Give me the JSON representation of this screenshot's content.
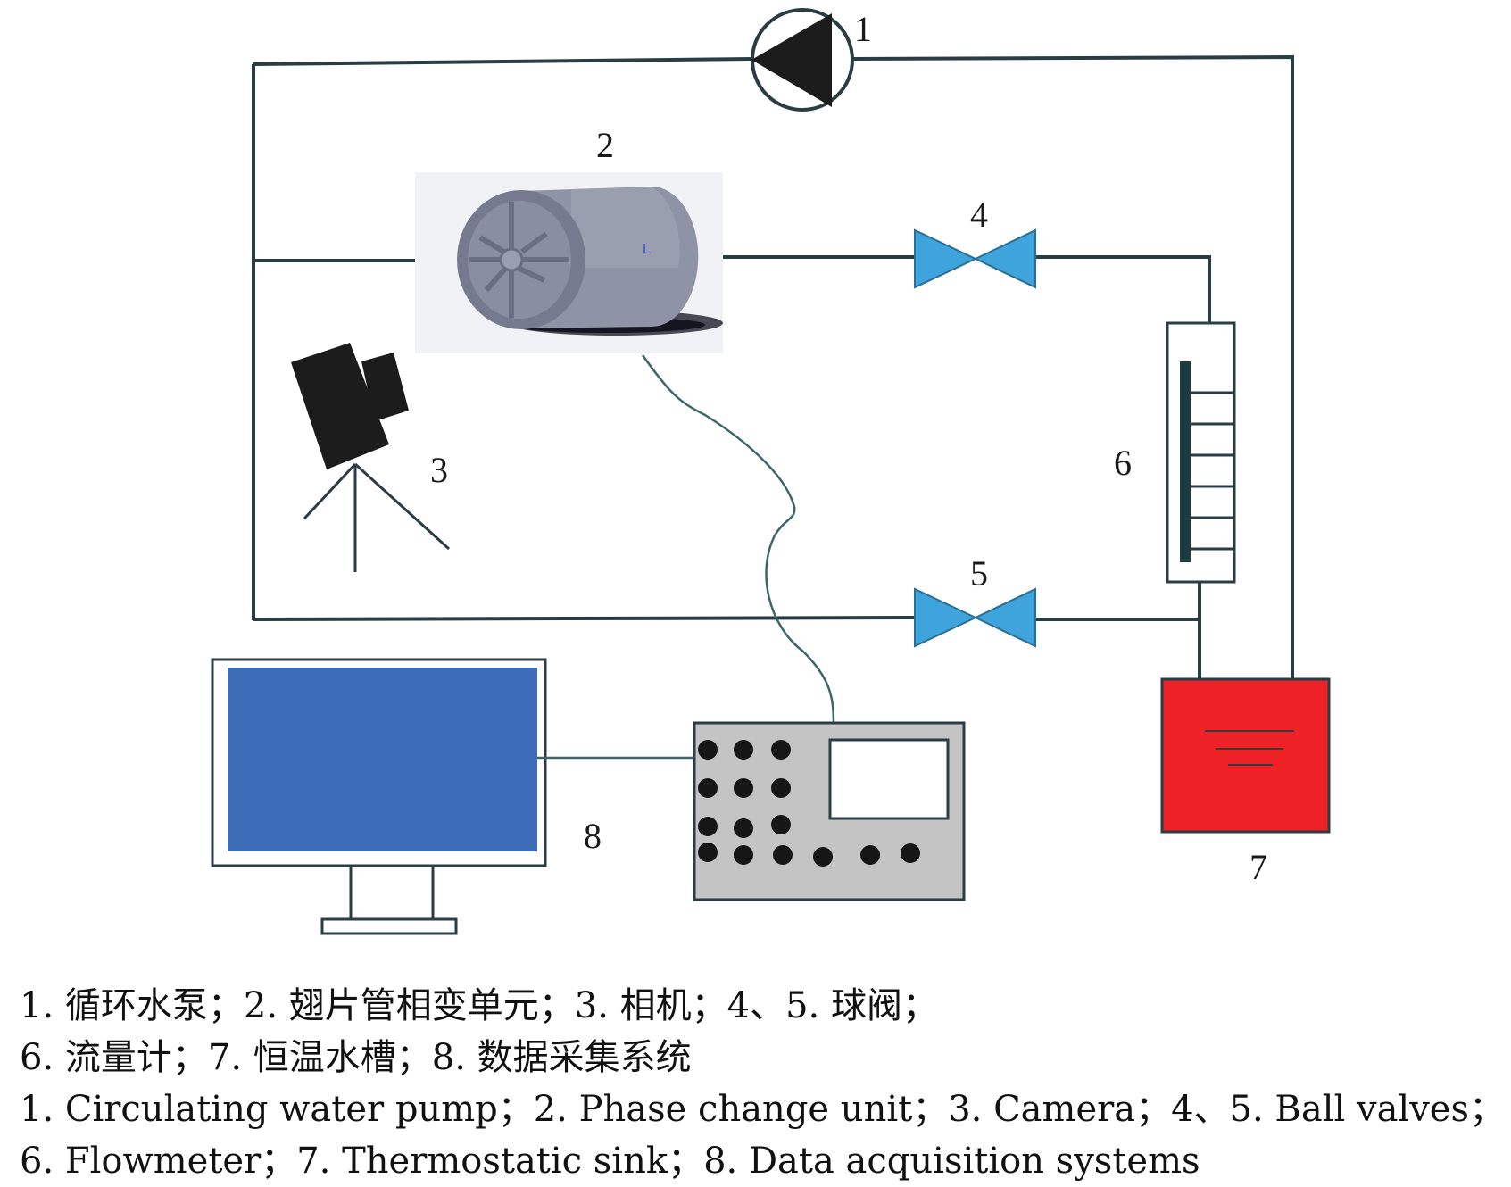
{
  "labels": {
    "pump": "1",
    "unit": "2",
    "camera": "3",
    "valve_top": "4",
    "valve_bottom": "5",
    "flowmeter": "6",
    "sink": "7",
    "daq": "8"
  },
  "legend": [
    "1. 循环水泵；2. 翅片管相变单元；3. 相机；4、5. 球阀；",
    "6. 流量计；7. 恒温水槽；8. 数据采集系统",
    "1. Circulating water pump；2. Phase change unit；3. Camera；4、5. Ball valves；",
    "6. Flowmeter；7. Thermostatic sink；8. Data acquisition systems"
  ],
  "colors": {
    "pipe": "#2a3d44",
    "valve": "#3fa3dc",
    "sink": "#ee2127",
    "monitor_screen": "#3d6db8",
    "daq_body": "#c4c4c4",
    "unit_cylinder": "#8f93a6"
  }
}
